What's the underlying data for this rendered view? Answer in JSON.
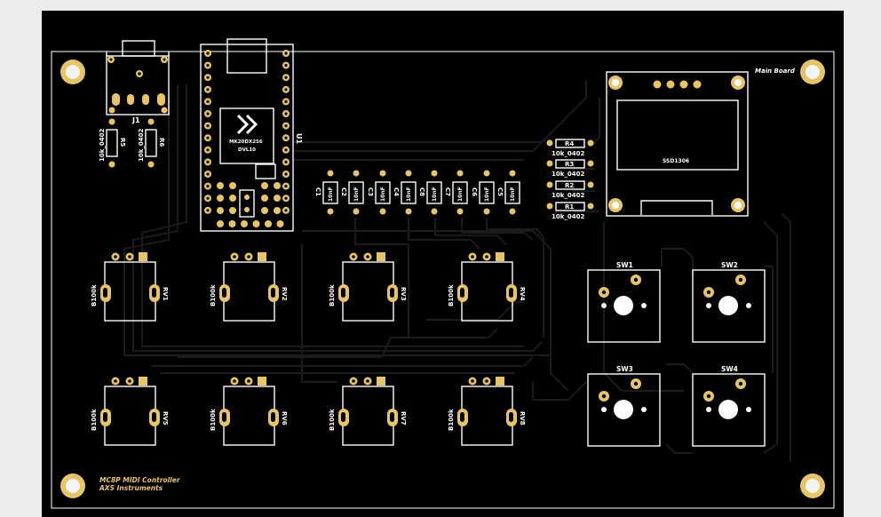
{
  "board": {
    "name": "Main Board",
    "credit_line1": "MC8P MIDI Controller",
    "credit_line2": "AXS Instruments"
  },
  "jack": {
    "ref": "J1"
  },
  "mcu": {
    "ref": "U1",
    "chip_text1": "MK20DX256",
    "chip_text2": "DVL10"
  },
  "resistors_left": [
    {
      "ref": "R5",
      "value": "10k_0402"
    },
    {
      "ref": "R6",
      "value": "10k_0402"
    }
  ],
  "resistors_right": [
    {
      "ref": "R4",
      "value": "10k_0402"
    },
    {
      "ref": "R3",
      "value": "10k_0402"
    },
    {
      "ref": "R2",
      "value": "10k_0402"
    },
    {
      "ref": "R1",
      "value": "10k_0402"
    }
  ],
  "capacitors": [
    {
      "ref": "C1",
      "value": "10nF"
    },
    {
      "ref": "C2",
      "value": "10nF"
    },
    {
      "ref": "C3",
      "value": "10nF"
    },
    {
      "ref": "C4",
      "value": "10nF"
    },
    {
      "ref": "C8",
      "value": "10nF"
    },
    {
      "ref": "C7",
      "value": "10nF"
    },
    {
      "ref": "C6",
      "value": "10nF"
    },
    {
      "ref": "C5",
      "value": "10nF"
    }
  ],
  "display": {
    "label": "SSD1306"
  },
  "pots": [
    {
      "ref": "RV1",
      "value": "B100k"
    },
    {
      "ref": "RV2",
      "value": "B100k"
    },
    {
      "ref": "RV3",
      "value": "B100k"
    },
    {
      "ref": "RV4",
      "value": "B100k"
    },
    {
      "ref": "RV5",
      "value": "B100k"
    },
    {
      "ref": "RV6",
      "value": "B100k"
    },
    {
      "ref": "RV7",
      "value": "B100k"
    },
    {
      "ref": "RV8",
      "value": "B100k"
    }
  ],
  "switches": [
    {
      "ref": "SW1"
    },
    {
      "ref": "SW2"
    },
    {
      "ref": "SW3"
    },
    {
      "ref": "SW4"
    }
  ],
  "colors": {
    "background": "#ececec",
    "board": "#000000",
    "silkscreen": "#ffffff",
    "copper_pad": "#e7c566",
    "trace": "#1b1b1b"
  }
}
